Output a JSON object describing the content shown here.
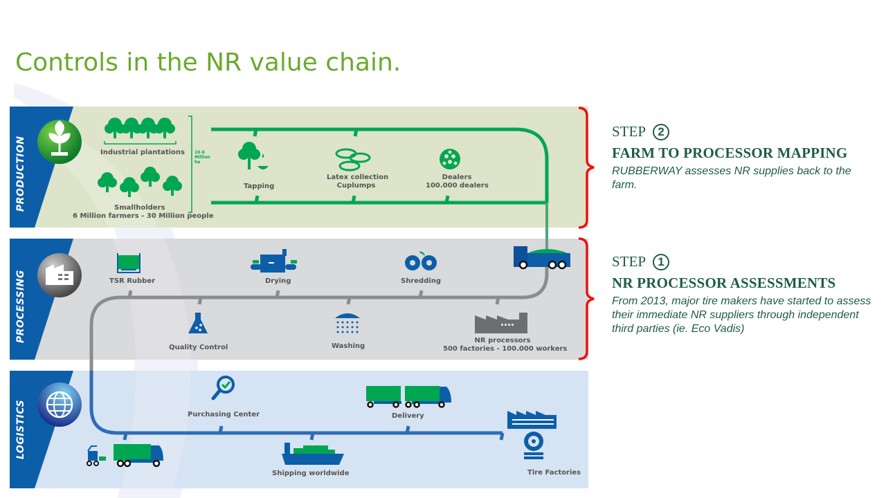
{
  "slide": {
    "title": "Controls in the NR value chain."
  },
  "colors": {
    "title_green": "#6aaa2e",
    "production_bg": "#dde4c9",
    "processing_bg": "#d9dadc",
    "logistics_bg": "#d6e3f2",
    "ribbon_blue": "#0d5ea8",
    "flow_green": "#00a651",
    "flow_gray": "#8a8c8e",
    "flow_blue": "#2e6db4",
    "bracket_red": "#ee1111",
    "step_text": "#1f5b4a"
  },
  "diagram": {
    "sections": [
      {
        "label": "PRODUCTION",
        "icon": "sprout-icon",
        "items": [
          {
            "label": "Industrial plantations",
            "icon": "tree-row-icon"
          },
          {
            "label": "Smallholders",
            "sub": "6 Million farmers - 30 Million people",
            "icon": "trees-icon"
          },
          {
            "label": "10.6",
            "sub": "Million",
            "sub2": "ha",
            "icon": "bracket-icon"
          },
          {
            "label": "Tapping",
            "icon": "tapping-icon"
          },
          {
            "label": "Latex collection",
            "sub": "Cuplumps",
            "icon": "cuplumps-icon"
          },
          {
            "label": "Dealers",
            "sub": "100.000 dealers",
            "icon": "dealers-icon"
          }
        ]
      },
      {
        "label": "PROCESSING",
        "icon": "factory-icon",
        "items": [
          {
            "label": "TSR Rubber",
            "icon": "crate-icon"
          },
          {
            "label": "Drying",
            "icon": "dryer-icon"
          },
          {
            "label": "Shredding",
            "icon": "gears-icon"
          },
          {
            "label": "Quality Control",
            "icon": "flask-icon"
          },
          {
            "label": "Washing",
            "icon": "shower-icon"
          },
          {
            "label": "NR processors",
            "sub": "500 factories - 100.000 workers",
            "icon": "factory-building-icon"
          },
          {
            "label": "",
            "icon": "dump-truck-icon"
          }
        ]
      },
      {
        "label": "LOGISTICS",
        "icon": "globe-icon",
        "items": [
          {
            "label": "Purchasing Center",
            "icon": "magnifier-check-icon"
          },
          {
            "label": "Delivery",
            "icon": "truck-trailer-icon"
          },
          {
            "label": "Shipping worldwide",
            "icon": "ship-icon"
          },
          {
            "label": "Tire Factories",
            "icon": "tire-factory-icon"
          },
          {
            "label": "",
            "icon": "forklift-truck-icon"
          }
        ]
      }
    ]
  },
  "steps": [
    {
      "step_word": "STEP",
      "number": "2",
      "heading": "FARM TO PROCESSOR MAPPING",
      "description": "RUBBERWAY assesses NR supplies back to the farm."
    },
    {
      "step_word": "STEP",
      "number": "1",
      "heading": "NR PROCESSOR ASSESSMENTS",
      "description": "From 2013, major tire makers have started to assess their immediate NR suppliers through independent third parties (ie. Eco Vadis)"
    }
  ]
}
